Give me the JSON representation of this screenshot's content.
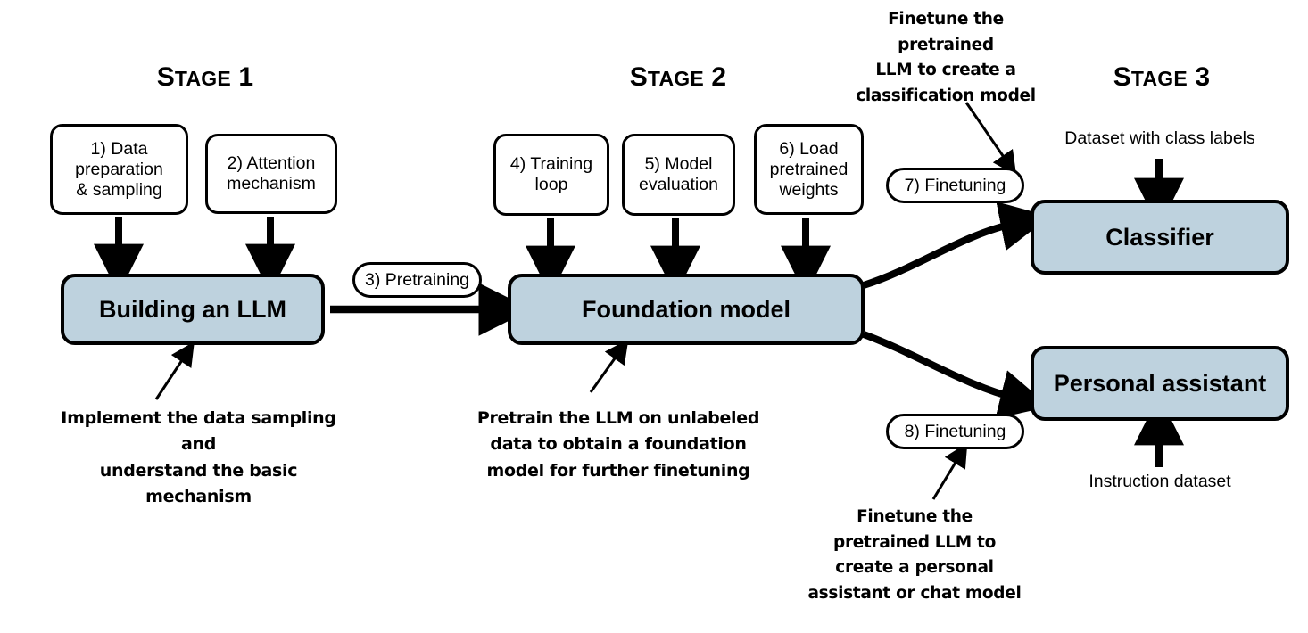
{
  "diagram": {
    "title": "Building an LLM — three stages",
    "colors": {
      "box_fill": "#bed2de",
      "stroke": "#000000",
      "background": "#ffffff"
    }
  },
  "stages": [
    {
      "id": "stage-1",
      "prefix": "S",
      "rest": "TAGE",
      "number": " 1",
      "label": "Stage 1"
    },
    {
      "id": "stage-2",
      "prefix": "S",
      "rest": "TAGE",
      "number": " 2",
      "label": "Stage 2"
    },
    {
      "id": "stage-3",
      "prefix": "S",
      "rest": "TAGE",
      "number": " 3",
      "label": "Stage 3"
    }
  ],
  "steps": [
    {
      "id": "step-1",
      "line1": "1) Data",
      "line2": "preparation",
      "line3": "& sampling"
    },
    {
      "id": "step-2",
      "line1": "2) Attention",
      "line2": "mechanism",
      "line3": ""
    },
    {
      "id": "step-4",
      "line1": "4) Training",
      "line2": "loop",
      "line3": ""
    },
    {
      "id": "step-5",
      "line1": "5) Model",
      "line2": "evaluation",
      "line3": ""
    },
    {
      "id": "step-6",
      "line1": "6) Load",
      "line2": "pretrained",
      "line3": "weights"
    }
  ],
  "pills": [
    {
      "id": "pill-3",
      "label": "3) Pretraining"
    },
    {
      "id": "pill-7",
      "label": "7) Finetuning"
    },
    {
      "id": "pill-8",
      "label": "8) Finetuning"
    }
  ],
  "blue_boxes": [
    {
      "id": "building-llm",
      "label": "Building an LLM"
    },
    {
      "id": "foundation-model",
      "label": "Foundation model"
    },
    {
      "id": "classifier",
      "label": "Classifier"
    },
    {
      "id": "personal-assistant",
      "label": "Personal assistant"
    }
  ],
  "captions": [
    {
      "id": "dataset-class-labels",
      "label": "Dataset with class labels"
    },
    {
      "id": "instruction-dataset",
      "label": "Instruction dataset"
    }
  ],
  "annotations": {
    "stage1": {
      "id": "annotation-stage-1",
      "line1": "Implement the data sampling and",
      "line2": "understand the basic mechanism"
    },
    "stage2": {
      "id": "annotation-stage-2",
      "line1": "Pretrain the LLM on unlabeled",
      "line2": "data to obtain a foundation",
      "line3": "model for further finetuning"
    },
    "classification": {
      "id": "annotation-classification",
      "line1": "Finetune the pretrained",
      "line2": "LLM to create a",
      "line3": "classification model"
    },
    "assistant": {
      "id": "annotation-assistant",
      "line1": "Finetune the",
      "line2": "pretrained LLM to",
      "line3": "create a personal",
      "line4": "assistant or chat model"
    }
  }
}
